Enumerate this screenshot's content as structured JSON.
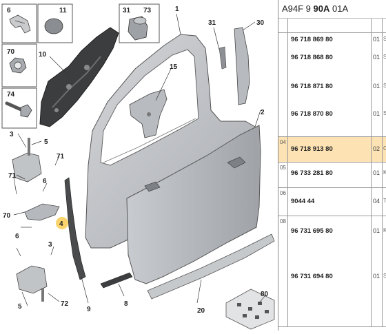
{
  "catalog": {
    "ref_prefix": "A94F 9 ",
    "ref_bold": "90A",
    "ref_suffix": " 01A"
  },
  "diagram": {
    "callouts": [
      "1",
      "2",
      "3",
      "3",
      "4",
      "5",
      "5",
      "6",
      "6",
      "8",
      "9",
      "10",
      "11",
      "15",
      "20",
      "30",
      "31",
      "70",
      "70",
      "71",
      "71",
      "72",
      "73",
      "74",
      "80"
    ]
  },
  "parts": [
    {
      "item": "",
      "rows": [
        {
          "ref": "96 718 869 80",
          "qty": "01",
          "tail": "S"
        },
        {
          "ref": "96 718 868 80",
          "qty": "01",
          "tail": "S"
        },
        {
          "ref": "96 718 871 80",
          "qty": "01",
          "tail": "S"
        },
        {
          "ref": "96 718 870 80",
          "qty": "01",
          "tail": "S"
        }
      ]
    },
    {
      "item": "04",
      "selected": true,
      "rows": [
        {
          "ref": "96 718 913 80",
          "qty": "02",
          "tail": "C"
        }
      ]
    },
    {
      "item": "05",
      "rows": [
        {
          "ref": "96 733 281 80",
          "qty": "01",
          "tail": "K"
        }
      ]
    },
    {
      "item": "06",
      "rows": [
        {
          "ref": "9044 44",
          "qty": "04",
          "tail": "T"
        }
      ]
    },
    {
      "item": "08",
      "rows": [
        {
          "ref": "96 731 695 80",
          "qty": "01",
          "tail": "K"
        },
        {
          "ref": "96 731 694 80",
          "qty": "01",
          "tail": "S"
        }
      ]
    }
  ],
  "colors": {
    "selected_row": "#fde3b4",
    "callout_marker": "#f7c948",
    "part_grey": "#b9bcc0",
    "part_dark": "#3a3a3a"
  }
}
